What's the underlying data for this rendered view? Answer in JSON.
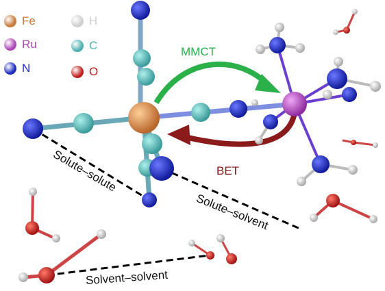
{
  "legend": [
    {
      "symbol": "Fe",
      "color": "#c8783a"
    },
    {
      "symbol": "Ru",
      "color": "#b048b8"
    },
    {
      "symbol": "N",
      "color": "#1f2cc0"
    },
    {
      "symbol": "H",
      "color": "#cfcfcf"
    },
    {
      "symbol": "C",
      "color": "#4fb0b0"
    },
    {
      "symbol": "O",
      "color": "#c0201f"
    }
  ],
  "transitions": {
    "mmct": {
      "label": "MMCT",
      "color": "#2bb04a"
    },
    "bet": {
      "label": "BET",
      "color": "#8b1a1a"
    }
  },
  "interactions": {
    "solute_solute": "Solute–solute",
    "solute_solvent": "Solute–solvent",
    "solvent_solvent": "Solvent–solvent"
  },
  "colors": {
    "bond": "#7f8fe0",
    "ru_bond": "#6a3fd0",
    "dashed": "#000000"
  }
}
